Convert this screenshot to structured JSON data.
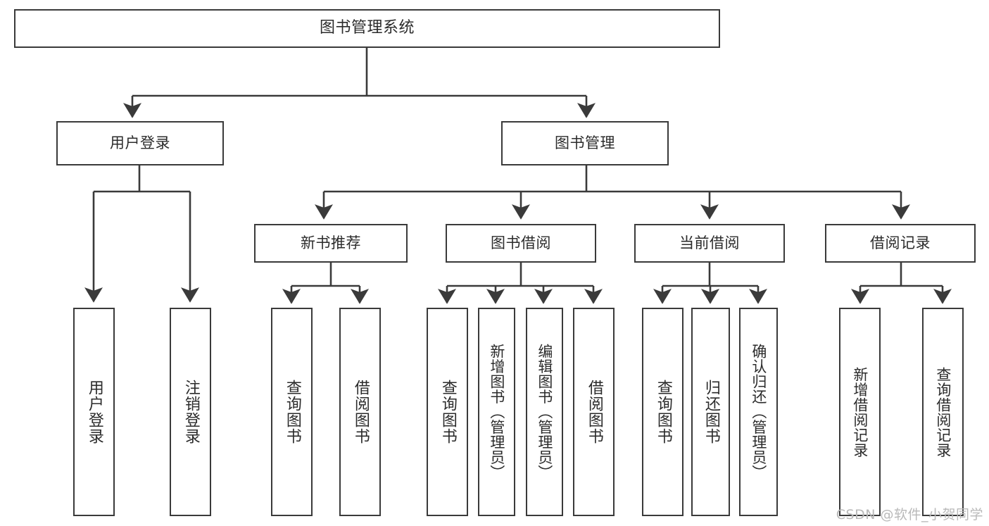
{
  "diagram": {
    "title": "图书管理系统",
    "watermark": "CSDN @软件_小贺同学",
    "line_color": "#3a3a3a",
    "text_color": "#2b2b2b",
    "background": "#ffffff",
    "root": {
      "label": "图书管理系统"
    },
    "level2": [
      {
        "label": "用户登录"
      },
      {
        "label": "图书管理"
      }
    ],
    "level3": [
      {
        "label": "新书推荐"
      },
      {
        "label": "图书借阅"
      },
      {
        "label": "当前借阅"
      },
      {
        "label": "借阅记录"
      }
    ],
    "leaves": {
      "user_login": [
        {
          "label": "用户登录"
        },
        {
          "label": "注销登录"
        }
      ],
      "new_book_recommend": [
        {
          "label": "查询图书"
        },
        {
          "label": "借阅图书"
        }
      ],
      "book_borrow": [
        {
          "label": "查询图书"
        },
        {
          "label": "新增图书（管理员）"
        },
        {
          "label": "编辑图书（管理员）"
        },
        {
          "label": "借阅图书"
        }
      ],
      "current_borrow": [
        {
          "label": "查询图书"
        },
        {
          "label": "归还图书"
        },
        {
          "label": "确认归还（管理员）"
        }
      ],
      "borrow_record": [
        {
          "label": "新增借阅记录"
        },
        {
          "label": "查询借阅记录"
        }
      ]
    }
  }
}
